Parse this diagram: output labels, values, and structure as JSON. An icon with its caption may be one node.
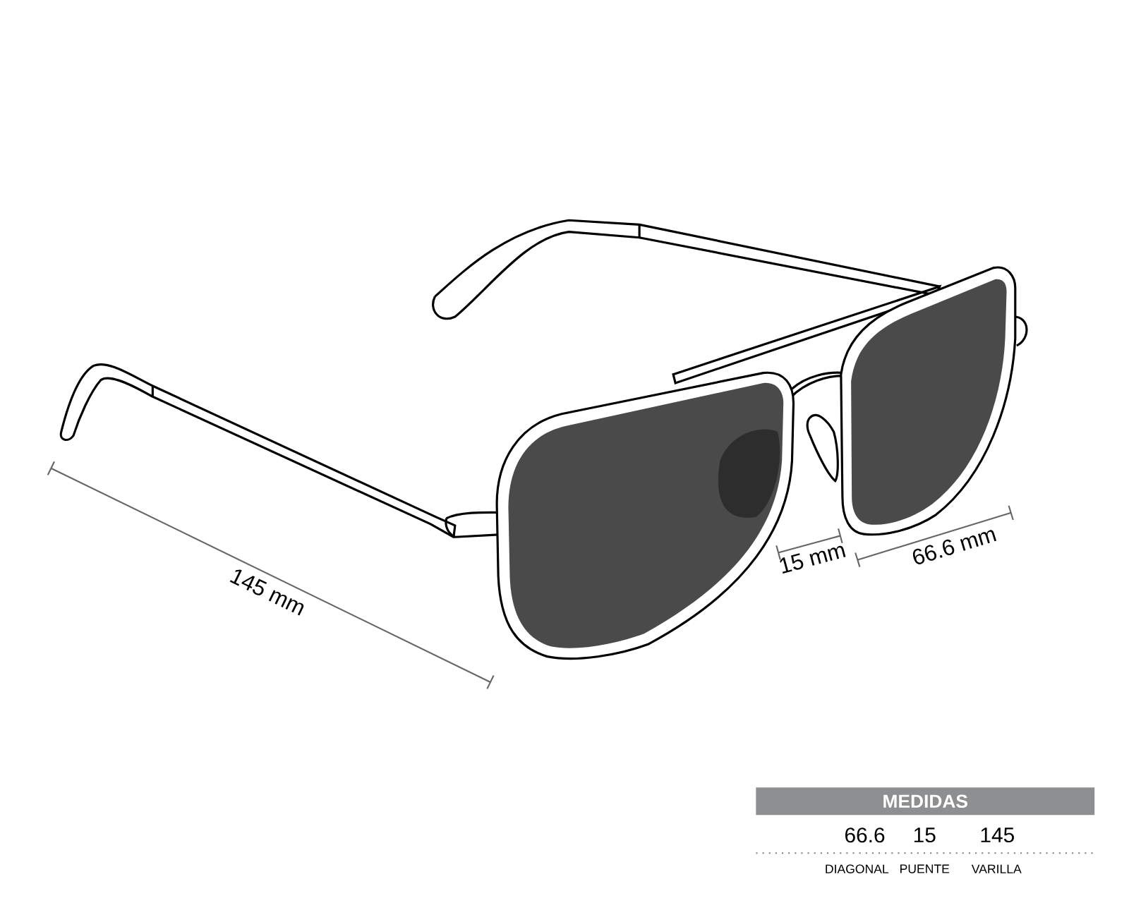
{
  "diagram": {
    "nodes": [
      {
        "text": [
          "MEDIDAS"
        ]
      }
    ],
    "labels": [
      "145 mm",
      "15 mm",
      "66.6 mm",
      "66.6",
      "15",
      "145",
      "DIAGONAL",
      "PUENTE",
      "VARILLA"
    ]
  }
}
